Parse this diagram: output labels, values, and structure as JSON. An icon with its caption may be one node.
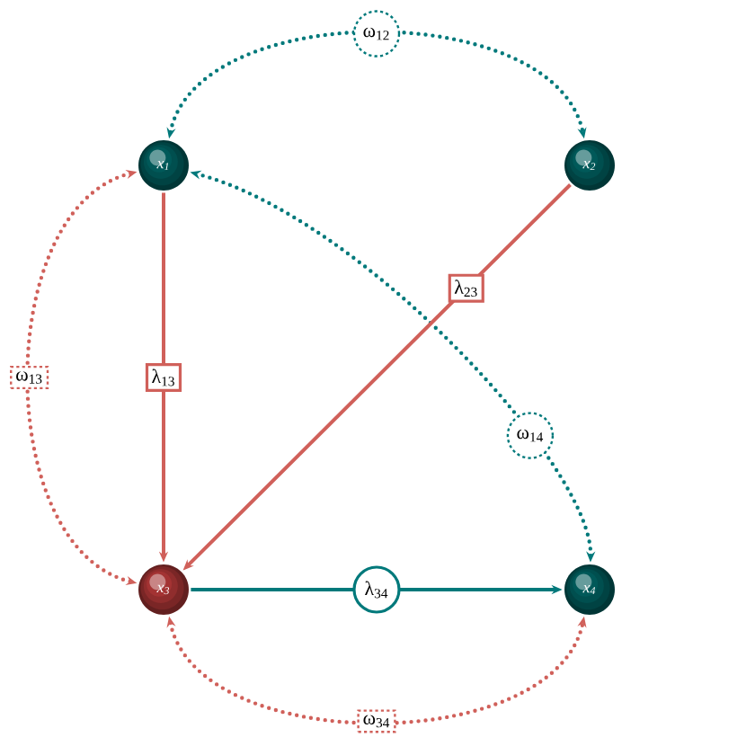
{
  "diagram": {
    "nodes": [
      {
        "text": [
          "x$_{1}$"
        ]
      },
      {
        "text": [
          "x$_{2}$"
        ]
      },
      {
        "text": [
          "x$_{3}$"
        ]
      },
      {
        "text": [
          "x$_{4}$"
        ]
      }
    ],
    "edges": [
      {
        "from": 0,
        "to": 1,
        "arrow": "both",
        "label": "ω$_{12}$",
        "style": "dashed",
        "color": "#00797b"
      },
      {
        "from": 0,
        "to": 2,
        "arrow": "both",
        "label": "ω$_{13}$",
        "style": "dashed"
      },
      {
        "from": 3,
        "to": 0,
        "arrow": "both",
        "label": "ω$_{14}$",
        "style": "dashed",
        "color": "#00797b"
      },
      {
        "from": 0,
        "to": 2,
        "arrow": "to",
        "label": "λ$_{13}$"
      },
      {
        "from": 1,
        "to": 2,
        "arrow": "to",
        "label": "λ$_{23}$"
      },
      {
        "from": 2,
        "to": 3,
        "arrow": "to",
        "label": "λ$_{34}$",
        "color": "#00797b"
      },
      {
        "from": 2,
        "to": 3,
        "arrow": "both",
        "label": "ω$_{34}$",
        "style": "dashed"
      }
    ]
  }
}
